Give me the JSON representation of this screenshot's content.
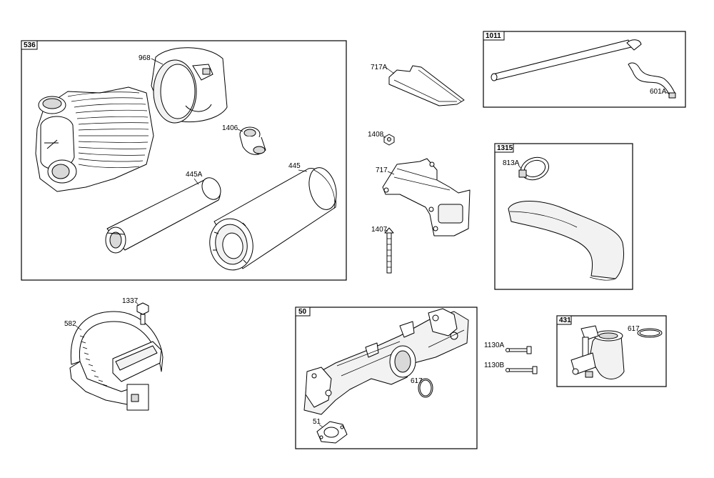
{
  "boxes": {
    "b536": "536",
    "b1011": "1011",
    "b1315": "1315",
    "b50": "50",
    "b431": "431"
  },
  "labels": {
    "p968": "968",
    "p1406": "1406",
    "p445A": "445A",
    "p445": "445",
    "p717A": "717A",
    "p1408": "1408",
    "p717": "717",
    "p1407": "1407",
    "p601A": "601A",
    "p813A": "813A",
    "p1337": "1337",
    "p582": "582",
    "p617a": "617",
    "p51": "51",
    "p1130A": "1130A",
    "p1130B": "1130B",
    "p617b": "617"
  },
  "colors": {
    "line": "#000000",
    "background": "#ffffff",
    "shade": "#d9d9d9"
  }
}
